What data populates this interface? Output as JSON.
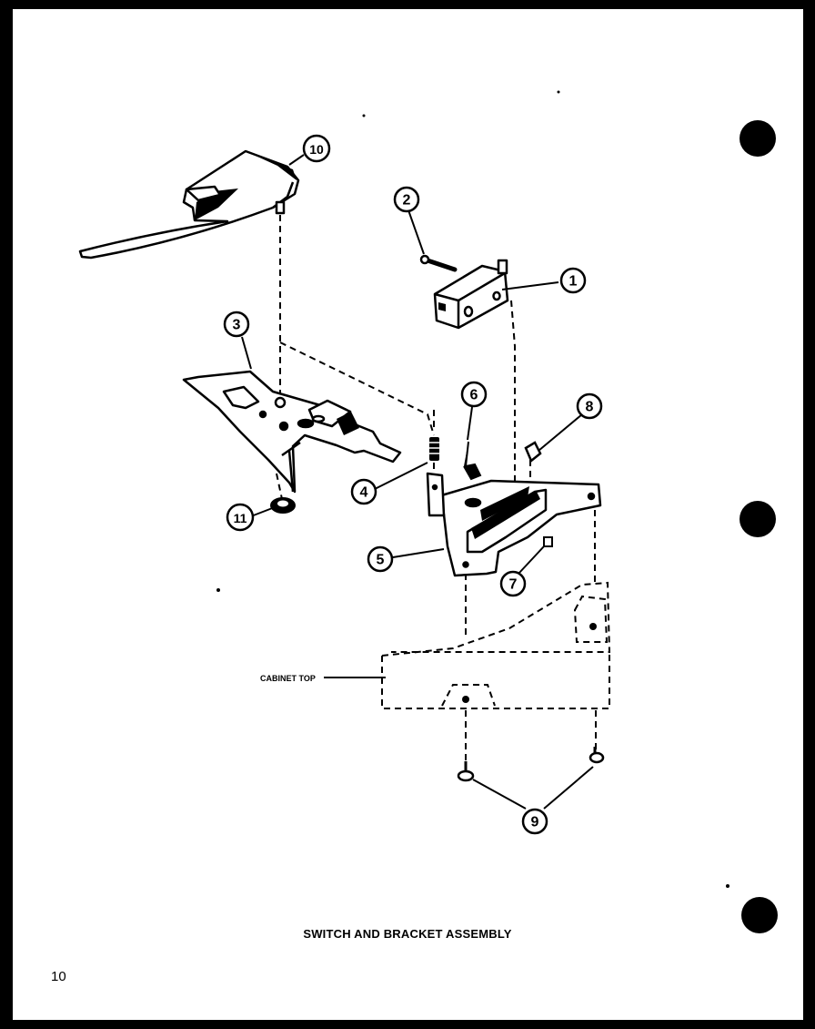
{
  "caption": "SWITCH AND BRACKET ASSEMBLY",
  "page_number": "10",
  "cabinet_label": "CABINET TOP",
  "callouts": [
    "1",
    "2",
    "3",
    "4",
    "5",
    "6",
    "7",
    "8",
    "9",
    "10",
    "11"
  ]
}
